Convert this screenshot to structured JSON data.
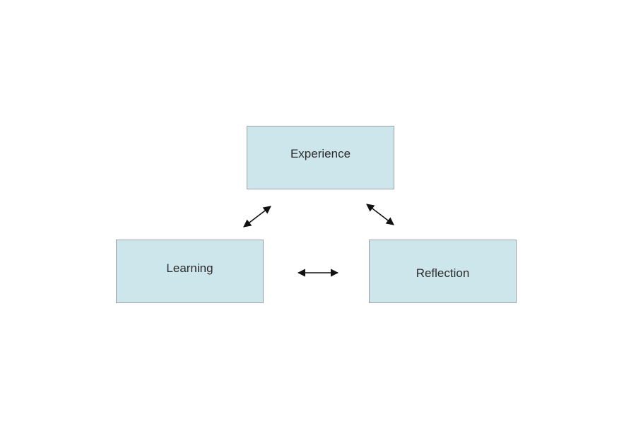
{
  "diagram": {
    "node_fill": "#cce6ec",
    "arrow_color": "#111111",
    "nodes": {
      "experience": {
        "label": "Experience"
      },
      "learning": {
        "label": "Learning"
      },
      "reflection": {
        "label": "Reflection"
      }
    },
    "connections": [
      {
        "from": "experience",
        "to": "learning",
        "type": "bidirectional"
      },
      {
        "from": "experience",
        "to": "reflection",
        "type": "bidirectional"
      },
      {
        "from": "learning",
        "to": "reflection",
        "type": "bidirectional"
      }
    ]
  }
}
